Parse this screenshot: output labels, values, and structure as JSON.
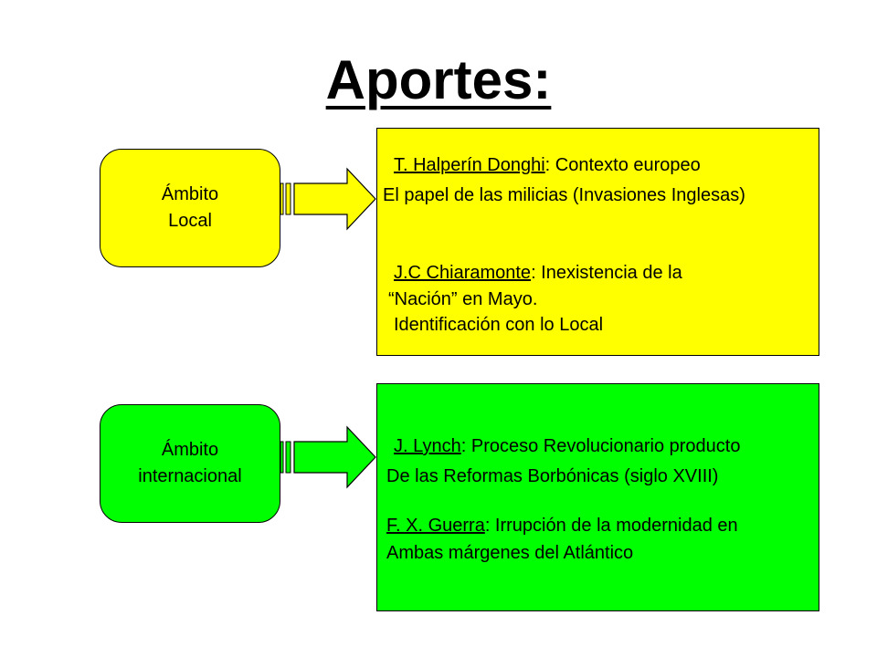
{
  "title": "Aportes:",
  "colors": {
    "local": "#ffff00",
    "internacional": "#00ff00"
  },
  "local": {
    "label_line1": "Ámbito",
    "label_line2": "Local",
    "item1": {
      "author": "T. Halperín Donghi",
      "after_author": ": Contexto europeo",
      "line2": "El papel de las milicias (Invasiones Inglesas)"
    },
    "item2": {
      "author": "J.C Chiaramonte",
      "after_author": ": Inexistencia de la",
      "line2": "“Nación”  en Mayo.",
      "line3": "Identificación con lo Local"
    }
  },
  "internacional": {
    "label_line1": "Ámbito",
    "label_line2": "internacional",
    "item1": {
      "author": "J. Lynch",
      "after_author": ": Proceso Revolucionario producto",
      "line2": "De las Reformas Borbónicas (siglo XVIII)"
    },
    "item2": {
      "author": "F. X. Guerra",
      "after_author": ": Irrupción de la modernidad en",
      "line2": "Ambas márgenes del Atlántico"
    }
  }
}
